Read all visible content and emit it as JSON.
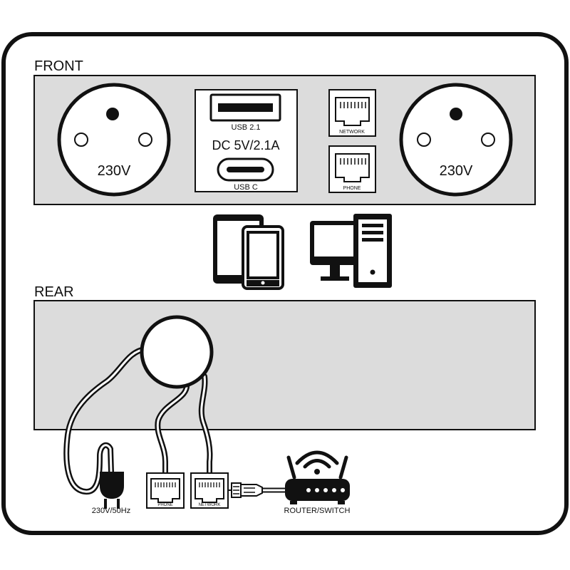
{
  "colors": {
    "outline": "#111111",
    "panel_fill": "#dcdcdc",
    "background": "#ffffff"
  },
  "front": {
    "section_label": "FRONT",
    "socket_left_label": "230V",
    "socket_right_label": "230V",
    "usb_a_label": "USB 2.1",
    "usb_spec_label": "DC 5V/2.1A",
    "usb_c_label": "USB C",
    "rj45_top_label": "NETWORK",
    "rj45_bottom_label": "PHONE"
  },
  "devices": {
    "mobile_icon": "tablet-smartphone-icon",
    "computer_icon": "desktop-computer-icon"
  },
  "rear": {
    "section_label": "REAR",
    "power_plug_label": "230V/50Hz",
    "phone_jack_label": "PHONE",
    "network_jack_label": "NETWORK",
    "router_label": "ROUTER/SWITCH"
  }
}
